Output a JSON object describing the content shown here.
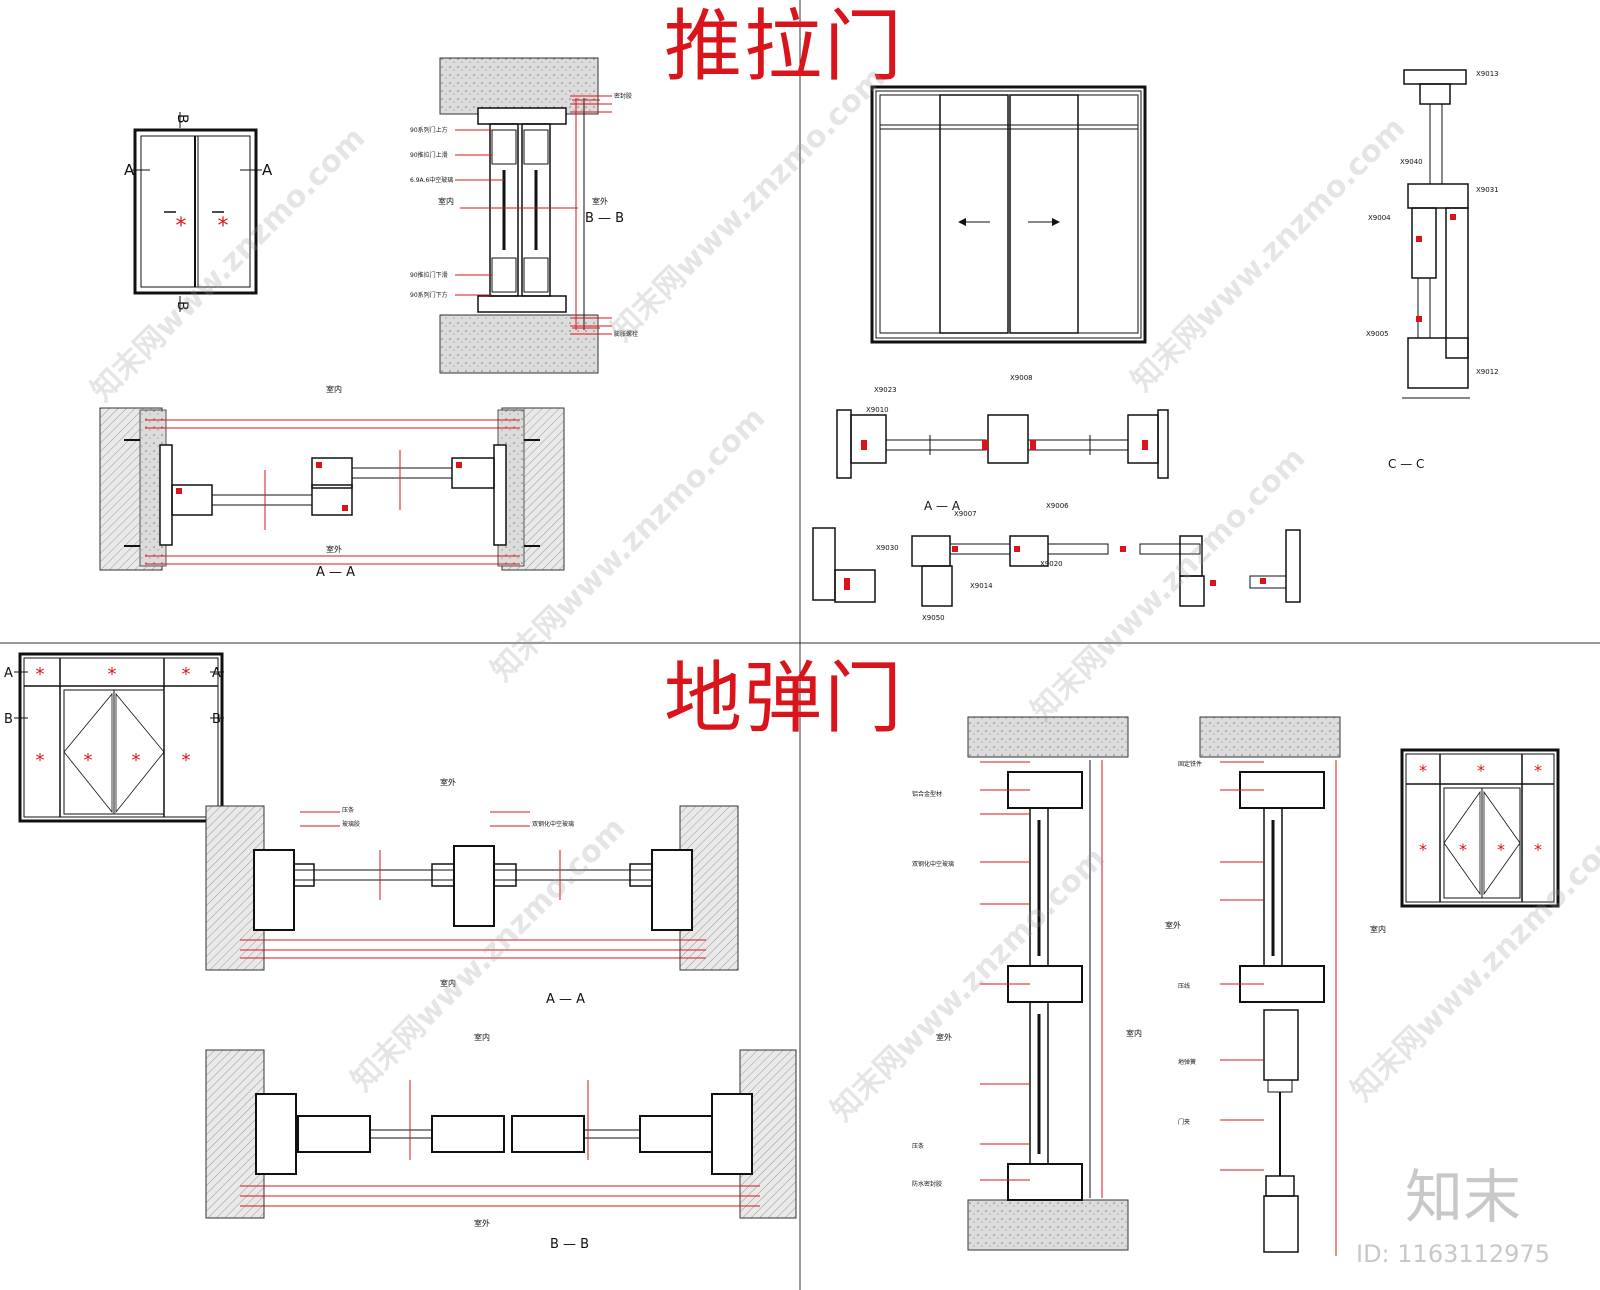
{
  "titles": {
    "sliding_door": "推拉门",
    "floor_spring_door": "地弹门"
  },
  "brand": {
    "logo_text": "知末",
    "id_text": "ID: 1163112975"
  },
  "watermark": "知末网www.znzmo.com",
  "section_labels": {
    "aa": "A — A",
    "bb": "B — B",
    "cc": "C — C",
    "a": "A",
    "b": "B"
  },
  "room_labels": {
    "indoor": "室内",
    "outdoor": "室外"
  },
  "profile_codes": [
    "X9013",
    "X9040",
    "X9031",
    "X9004",
    "X9005",
    "X9012",
    "X9008",
    "X9010",
    "X9023",
    "X9007",
    "X9006",
    "X9030",
    "X9014",
    "X9050",
    "X9020"
  ],
  "sliding_annotations": [
    "90系列门上方",
    "90推拉门上滑",
    "6.9A.6中空玻璃",
    "90推拉门下滑",
    "90系列门下方",
    "密封胶",
    "膨胀螺栓"
  ],
  "spring_annotations": [
    "压条",
    "玻璃胶",
    "双钢化中空玻璃",
    "铝合金型材",
    "防水密封胶",
    "地弹簧",
    "门夹",
    "压线",
    "固定铁件"
  ],
  "colors": {
    "accent": "#d9141b",
    "line": "#1a1a1a",
    "hatch": "#9a9a9a"
  }
}
